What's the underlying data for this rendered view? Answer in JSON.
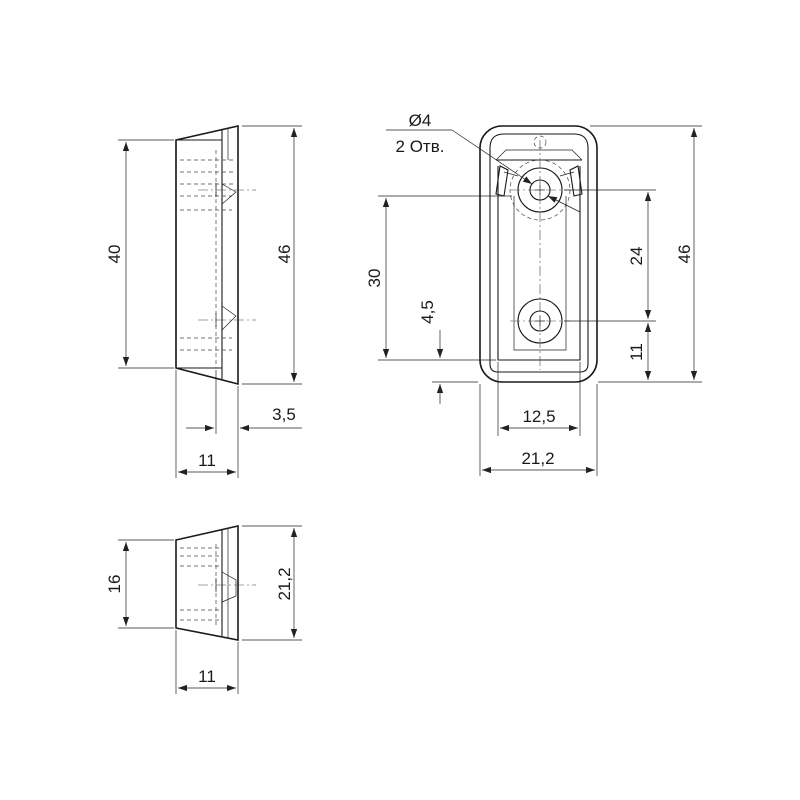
{
  "views": {
    "side": {
      "dim_height_inner": "40",
      "dim_height_outer": "46",
      "dim_offset": "3,5",
      "dim_width": "11"
    },
    "front": {
      "hole_diameter": "Ø4",
      "hole_count": "2 Отв.",
      "dim_30": "30",
      "dim_4_5": "4,5",
      "dim_24": "24",
      "dim_46": "46",
      "dim_11": "11",
      "dim_12_5": "12,5",
      "dim_21_2": "21,2"
    },
    "bottom": {
      "dim_16": "16",
      "dim_21_2": "21,2",
      "dim_11": "11"
    }
  }
}
